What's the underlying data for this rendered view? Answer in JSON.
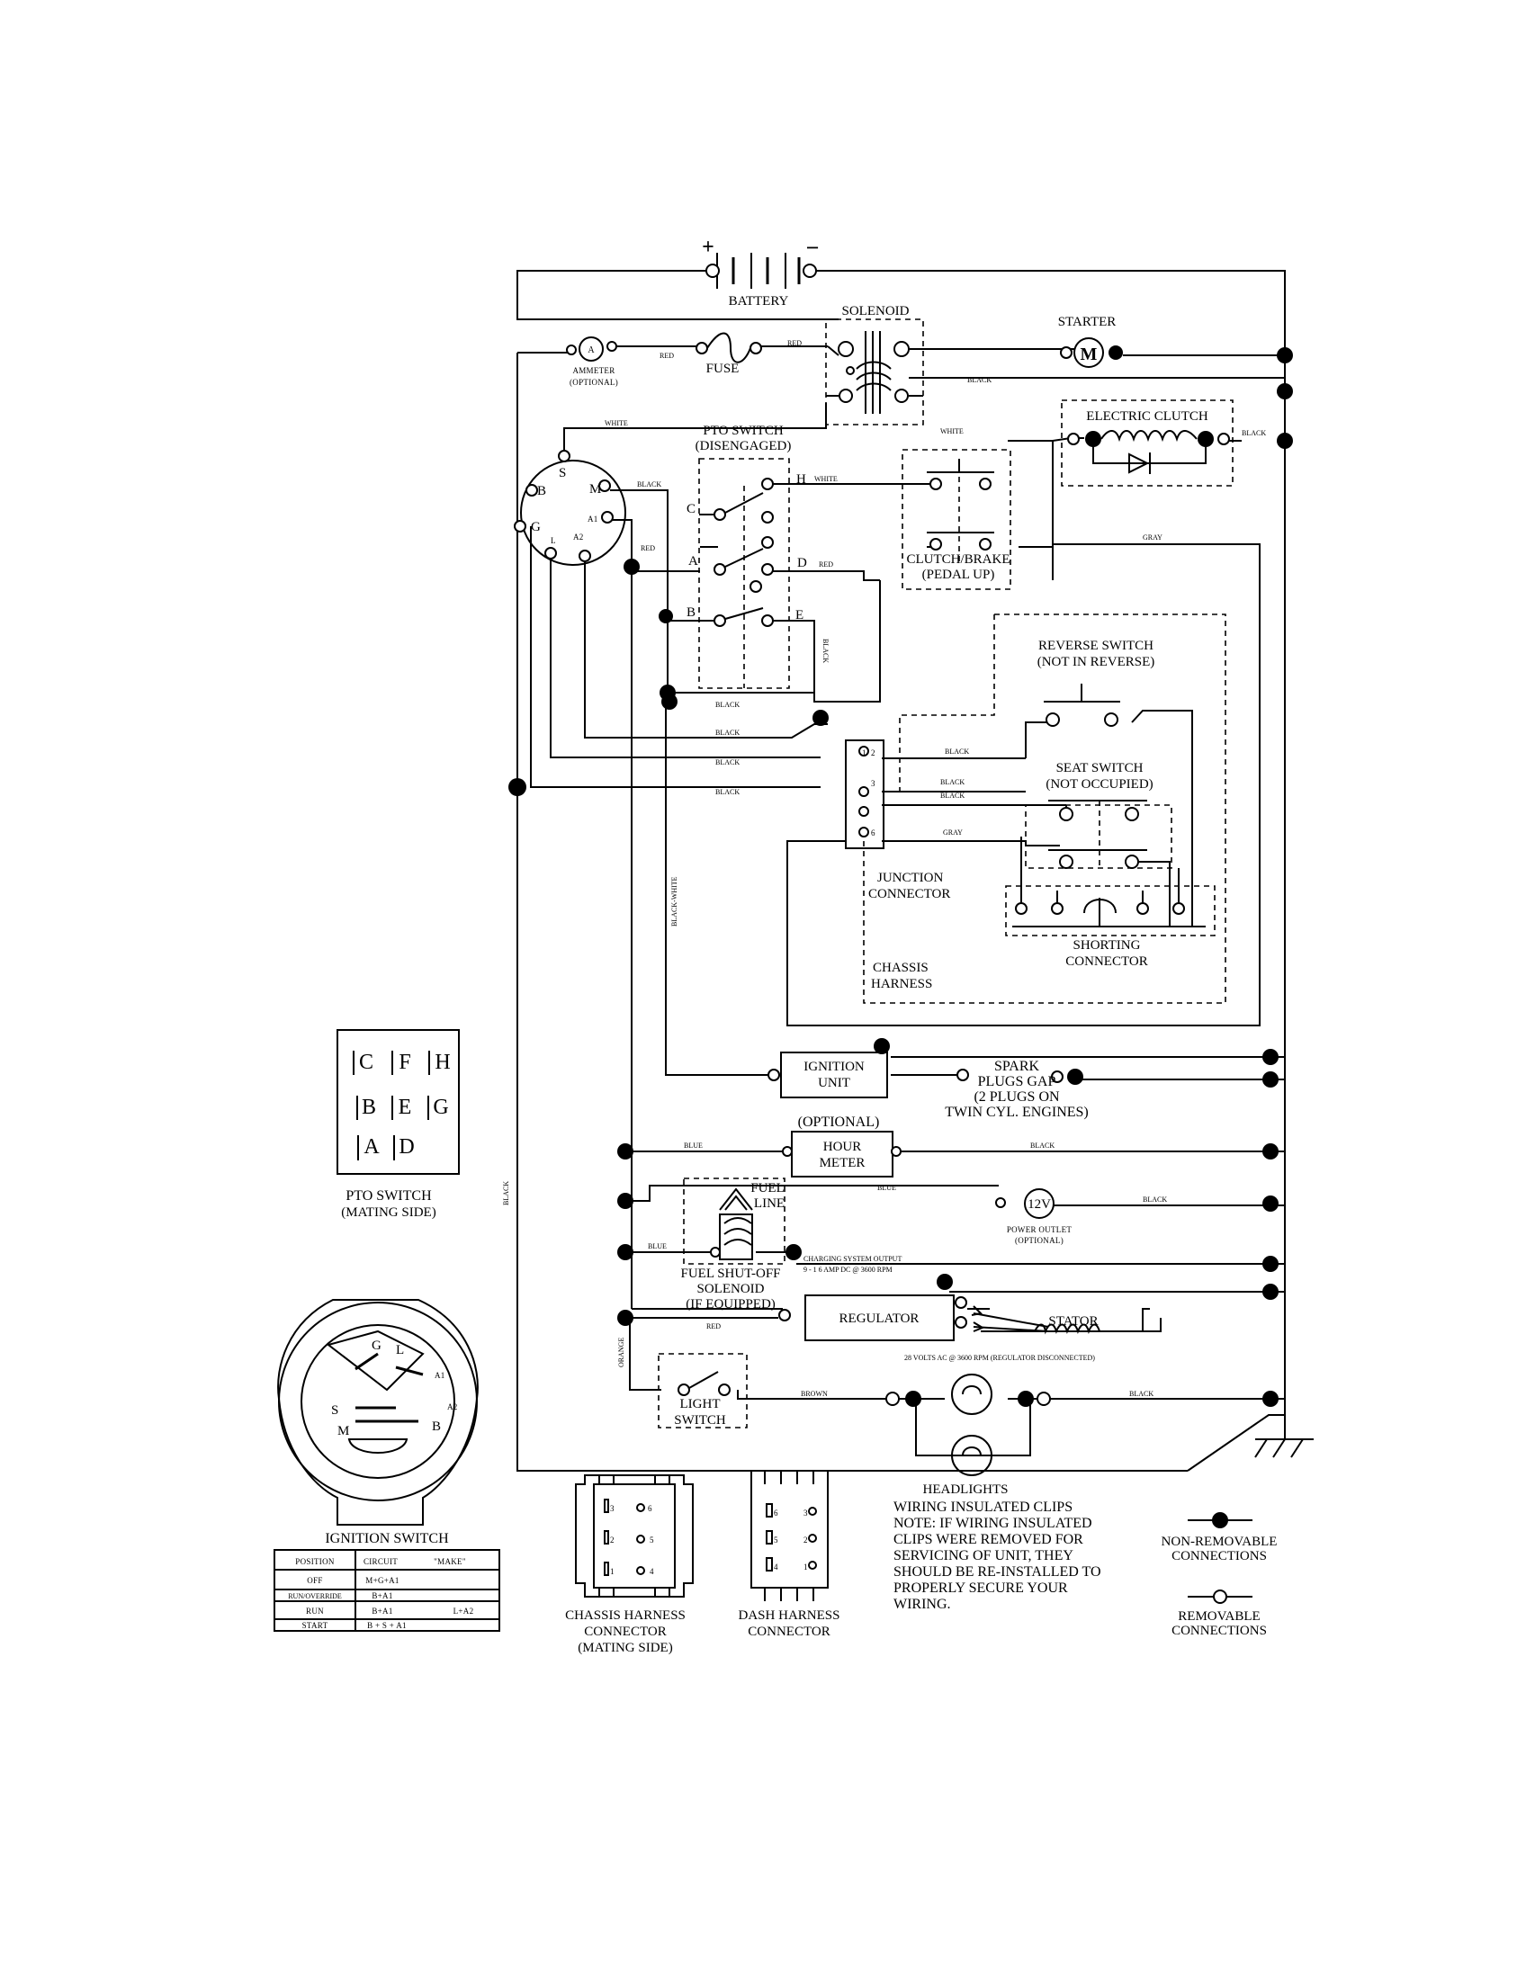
{
  "labels": {
    "battery": "BATTERY",
    "plus": "+",
    "minus": "−",
    "solenoid": "SOLENOID",
    "starter": "STARTER",
    "starter_motor": "M",
    "ammeter": "AMMETER",
    "ammeter_optional": "(OPTIONAL)",
    "ammeter_symbol": "A",
    "fuse": "FUSE",
    "pto_switch": "PTO SWITCH",
    "pto_disengaged": "(DISENGAGED)",
    "clutch_brake": "CLUTCH/BRAKE",
    "pedal_up": "(PEDAL UP)",
    "electric_clutch": "ELECTRIC CLUTCH",
    "reverse_switch": "REVERSE SWITCH",
    "not_in_reverse": "(NOT IN REVERSE)",
    "seat_switch": "SEAT SWITCH",
    "not_occupied": "(NOT OCCUPIED)",
    "junction_connector_1": "JUNCTION",
    "junction_connector_2": "CONNECTOR",
    "shorting_connector_1": "SHORTING",
    "shorting_connector_2": "CONNECTOR",
    "chassis_harness_1": "CHASSIS",
    "chassis_harness_2": "HARNESS",
    "ignition_unit_1": "IGNITION",
    "ignition_unit_2": "UNIT",
    "spark_1": "SPARK",
    "spark_2": "PLUGS GAP",
    "spark_3": "(2 PLUGS ON",
    "spark_4": "TWIN CYL. ENGINES)",
    "optional": "(OPTIONAL)",
    "hour_meter_1": "HOUR",
    "hour_meter_2": "METER",
    "fuel_line_1": "FUEL",
    "fuel_line_2": "LINE",
    "volt_12": "12V",
    "power_outlet": "POWER OUTLET",
    "power_outlet_optional": "(OPTIONAL)",
    "fuel_shutoff_1": "FUEL SHUT-OFF",
    "fuel_shutoff_2": "SOLENOID",
    "fuel_shutoff_3": "(IF EQUIPPED)",
    "charging_1": "CHARGING SYSTEM OUTPUT",
    "charging_2": "9 - 1 6 AMP DC @ 3600 RPM",
    "regulator": "REGULATOR",
    "stator": "STATOR",
    "volts_28": "28 VOLTS AC @ 3600 RPM (REGULATOR DISCONNECTED)",
    "light_switch_1": "LIGHT",
    "light_switch_2": "SWITCH",
    "headlights": "HEADLIGHTS",
    "pto_mating_1": "PTO SWITCH",
    "pto_mating_2": "(MATING SIDE)",
    "ignition_switch": "IGNITION SWITCH",
    "chassis_conn_1": "CHASSIS HARNESS",
    "chassis_conn_2": "CONNECTOR",
    "chassis_conn_3": "(MATING SIDE)",
    "dash_conn_1": "DASH HARNESS",
    "dash_conn_2": "CONNECTOR",
    "note_lines": [
      "WIRING INSULATED CLIPS",
      "NOTE:  IF WIRING INSULATED",
      "CLIPS WERE REMOVED FOR",
      "SERVICING OF UNIT, THEY",
      "SHOULD BE RE-INSTALLED TO",
      "PROPERLY SECURE YOUR",
      "WIRING."
    ],
    "non_removable_1": "NON-REMOVABLE",
    "non_removable_2": "CONNECTIONS",
    "removable_1": "REMOVABLE",
    "removable_2": "CONNECTIONS"
  },
  "terminals": {
    "ignition": [
      "S",
      "M",
      "B",
      "A1",
      "G",
      "L",
      "A2"
    ],
    "pto": [
      "C",
      "H",
      "A",
      "D",
      "B",
      "E"
    ],
    "junction": [
      "1",
      "2",
      "3",
      "6"
    ],
    "pto_mating": [
      "C",
      "F",
      "H",
      "B",
      "E",
      "G",
      "A",
      "D"
    ],
    "chassis_pins": [
      "3",
      "6",
      "2",
      "5",
      "1",
      "4"
    ],
    "dash_pins": [
      "6",
      "3",
      "5",
      "2",
      "4",
      "1"
    ]
  },
  "wire_labels": {
    "red": "RED",
    "black": "BLACK",
    "white": "WHITE",
    "gray": "GRAY",
    "blue": "BLUE",
    "brown": "BROWN",
    "orange": "ORANGE",
    "black_white": "BLACK-WHITE"
  },
  "ignition_table": {
    "headers": [
      "POSITION",
      "CIRCUIT",
      "\"MAKE\""
    ],
    "rows": [
      [
        "OFF",
        "M+G+A1",
        ""
      ],
      [
        "RUN/OVERRIDE",
        "B+A1",
        ""
      ],
      [
        "RUN",
        "B+A1",
        "L+A2"
      ],
      [
        "START",
        "B + S + A1",
        ""
      ]
    ]
  }
}
